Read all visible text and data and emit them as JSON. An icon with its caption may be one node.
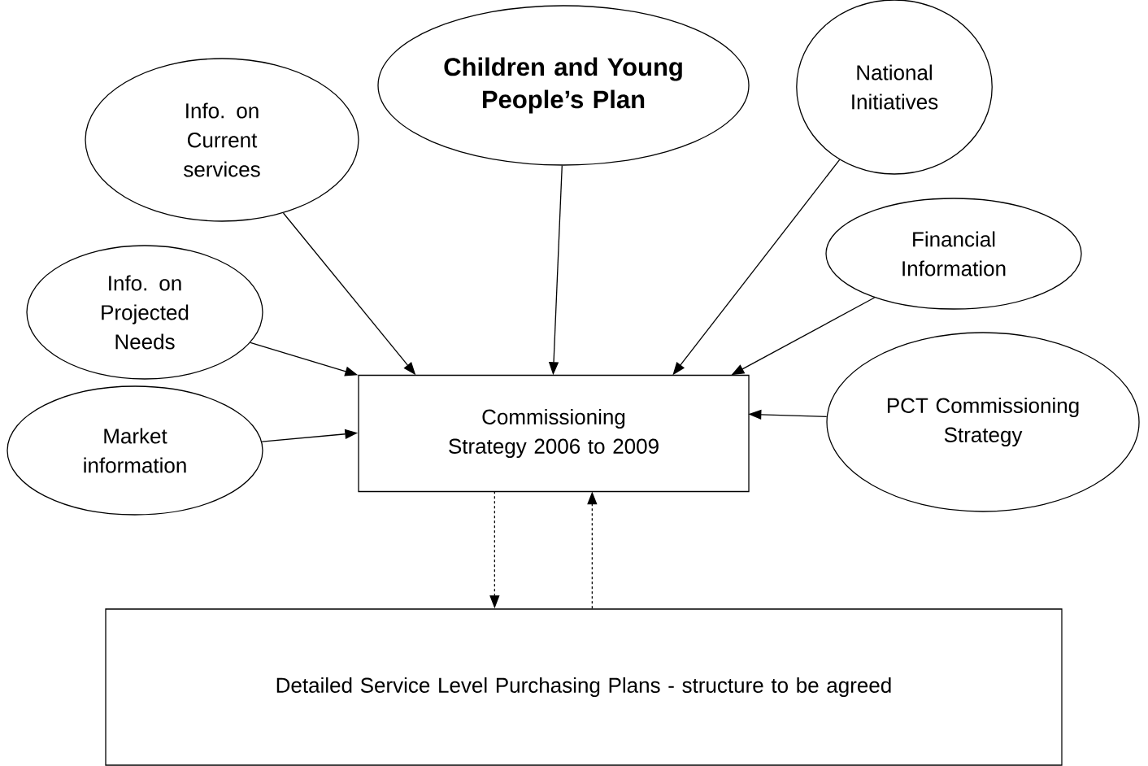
{
  "diagram": {
    "nodes": [
      {
        "text": [
          "**Children and Young People’s Plan**"
        ]
      },
      {
        "text": [
          "National Initiatives"
        ]
      },
      {
        "text": [
          "Info. on Current services"
        ]
      },
      {
        "text": [
          "Financial Information"
        ]
      },
      {
        "text": [
          "Info. on Projected Needs"
        ]
      },
      {
        "text": [
          "Commissioning Strategy 2006 to 2009"
        ]
      },
      {
        "text": [
          "PCT Commissioning Strategy"
        ]
      },
      {
        "text": [
          "Market information"
        ]
      },
      {
        "text": [
          "Detailed Service Level Purchasing Plans - structure to be agreed"
        ]
      }
    ],
    "edges": [
      {
        "from": 0,
        "to": 5,
        "arrow": "to"
      },
      {
        "from": 1,
        "to": 5,
        "arrow": "to"
      },
      {
        "from": 2,
        "to": 5,
        "arrow": "to"
      },
      {
        "from": 3,
        "to": 5,
        "arrow": "to"
      },
      {
        "from": 4,
        "to": 5,
        "arrow": "to"
      },
      {
        "from": 6,
        "to": 5,
        "arrow": "to"
      },
      {
        "from": 7,
        "to": 5,
        "arrow": "to"
      },
      {
        "from": 5,
        "to": 8,
        "arrow": "to",
        "style": "dashed"
      },
      {
        "from": 8,
        "to": 5,
        "arrow": "to",
        "style": "dashed"
      }
    ]
  }
}
